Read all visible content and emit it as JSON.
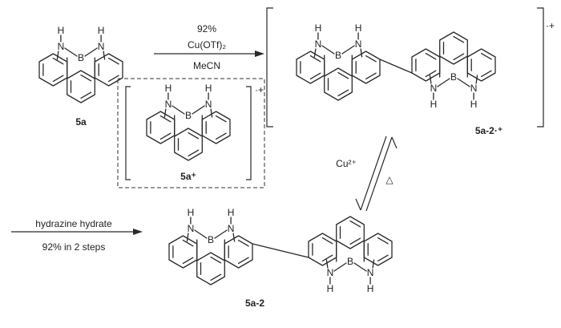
{
  "scheme": {
    "step1": {
      "yield": "92%",
      "oxidant": "Cu(OTf)₂",
      "solvent": "MeCN"
    },
    "equilibrium": {
      "reagent": "Cu²⁺",
      "heat": "△"
    },
    "step2": {
      "reagent": "hydrazine hydrate",
      "yield": "92% in 2 steps"
    },
    "compounds": {
      "monomer": "5a",
      "monomer_radical_cation": "5a⁺",
      "dimer_radical_cation": "5a-2·⁺",
      "dimer": "5a-2"
    },
    "charges": {
      "monomer_radical_cation": "·+",
      "dimer_radical_cation": "·+"
    },
    "atoms": {
      "H": "H",
      "N": "N",
      "B": "B"
    }
  }
}
